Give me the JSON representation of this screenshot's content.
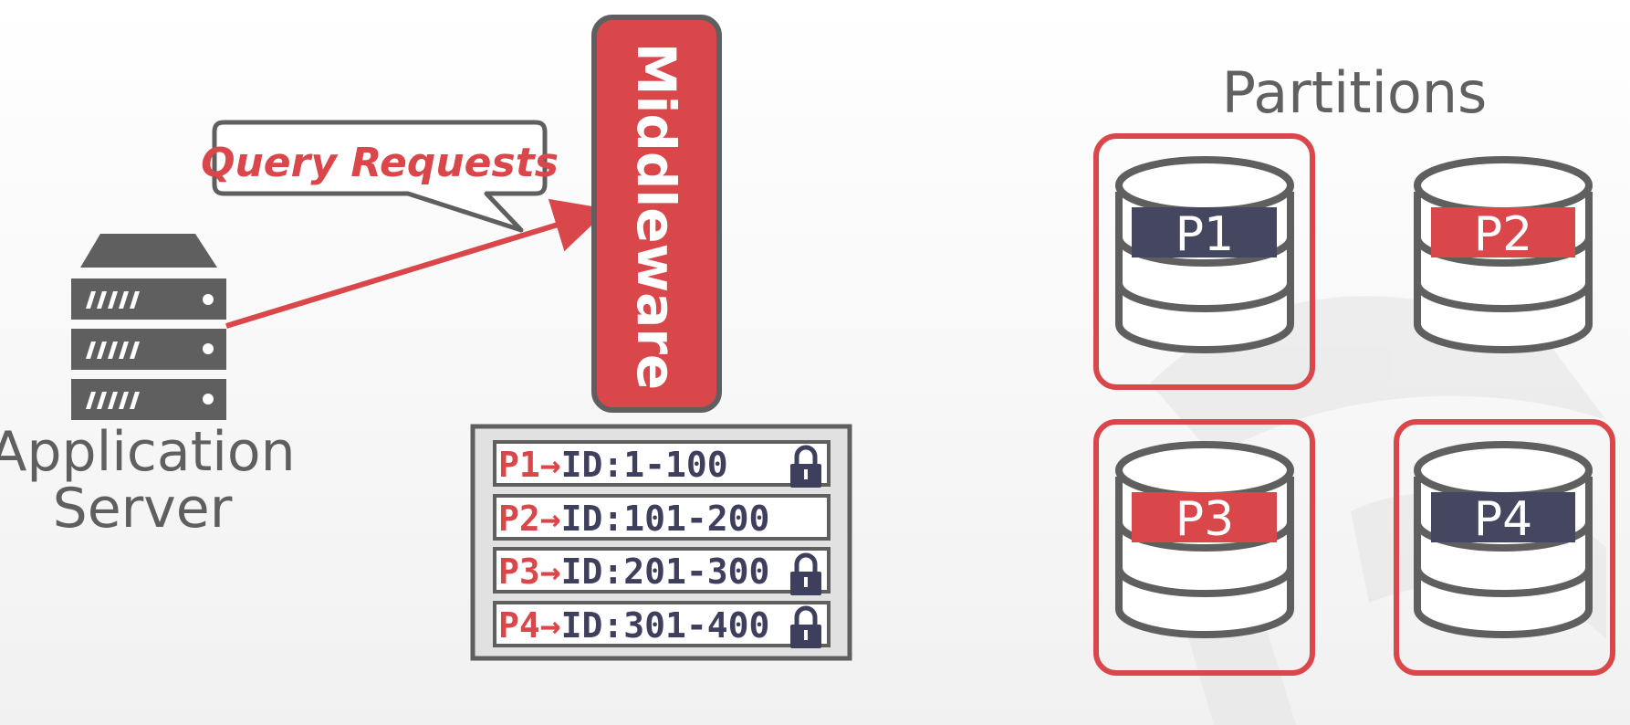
{
  "partitions": {
    "title": "Partitions",
    "items": [
      {
        "label": "P1",
        "label_color": "#45465f",
        "highlighted": true
      },
      {
        "label": "P2",
        "label_color": "#d9474a",
        "highlighted": false
      },
      {
        "label": "P3",
        "label_color": "#d9474a",
        "highlighted": true
      },
      {
        "label": "P4",
        "label_color": "#45465f",
        "highlighted": true
      }
    ]
  },
  "app_server": {
    "line1": "Application",
    "line2": "Server",
    "icon": "server-icon"
  },
  "query_callout": {
    "text": "Query Requests"
  },
  "middleware": {
    "label": "Middleware"
  },
  "routing_table": {
    "rows": [
      {
        "partition": "P1",
        "arrow": "→",
        "range": "ID:1-100",
        "locked": true
      },
      {
        "partition": "P2",
        "arrow": "→",
        "range": "ID:101-200",
        "locked": false
      },
      {
        "partition": "P3",
        "arrow": "→",
        "range": "ID:201-300",
        "locked": true
      },
      {
        "partition": "P4",
        "arrow": "→",
        "range": "ID:301-400",
        "locked": true
      }
    ]
  },
  "colors": {
    "accent_red": "#d9474a",
    "dark_gray": "#5f5f5f",
    "navy": "#45465f"
  }
}
